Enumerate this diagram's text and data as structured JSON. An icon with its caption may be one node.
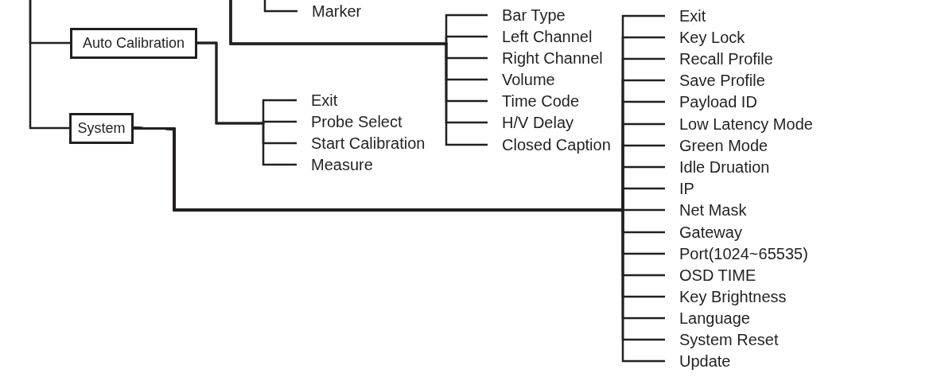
{
  "diagram": {
    "nodes": [
      {
        "text": [
          "Marker"
        ]
      },
      {
        "text": [
          "Auto Calibration"
        ]
      },
      {
        "text": [
          "System"
        ]
      },
      {
        "text": [
          "Bar Type"
        ]
      },
      {
        "text": [
          "Left Channel"
        ]
      },
      {
        "text": [
          "Right Channel"
        ]
      },
      {
        "text": [
          "Volume"
        ]
      },
      {
        "text": [
          "Time Code"
        ]
      },
      {
        "text": [
          "H/V Delay"
        ]
      },
      {
        "text": [
          "Closed Caption"
        ]
      },
      {
        "text": [
          "Exit"
        ]
      },
      {
        "text": [
          "Probe Select"
        ]
      },
      {
        "text": [
          "Start Calibration"
        ]
      },
      {
        "text": [
          "Measure"
        ]
      },
      {
        "text": [
          "Exit"
        ]
      },
      {
        "text": [
          "Key Lock"
        ]
      },
      {
        "text": [
          "Recall Profile"
        ]
      },
      {
        "text": [
          "Save Profile"
        ]
      },
      {
        "text": [
          "Payload ID"
        ]
      },
      {
        "text": [
          "Low Latency Mode"
        ]
      },
      {
        "text": [
          "Green Mode"
        ]
      },
      {
        "text": [
          "Idle Druation"
        ]
      },
      {
        "text": [
          "IP"
        ]
      },
      {
        "text": [
          "Net Mask"
        ]
      },
      {
        "text": [
          "Gateway"
        ]
      },
      {
        "text": [
          "Port(1024~65535)"
        ]
      },
      {
        "text": [
          "OSD TIME"
        ]
      },
      {
        "text": [
          "Key Brightness"
        ]
      },
      {
        "text": [
          "Language"
        ]
      },
      {
        "text": [
          "System Reset"
        ]
      },
      {
        "text": [
          "Update"
        ]
      }
    ],
    "edges": [
      {
        "from": null,
        "to": 0,
        "arrow": "none"
      },
      {
        "from": null,
        "to": 1,
        "arrow": "none"
      },
      {
        "from": null,
        "to": 2,
        "arrow": "none"
      },
      {
        "from": null,
        "to": 3,
        "arrow": "none"
      },
      {
        "from": null,
        "to": 4,
        "arrow": "none"
      },
      {
        "from": null,
        "to": 5,
        "arrow": "none"
      },
      {
        "from": null,
        "to": 6,
        "arrow": "none"
      },
      {
        "from": null,
        "to": 7,
        "arrow": "none"
      },
      {
        "from": null,
        "to": 8,
        "arrow": "none"
      },
      {
        "from": null,
        "to": 9,
        "arrow": "none"
      },
      {
        "from": 1,
        "to": 10,
        "arrow": "none"
      },
      {
        "from": 1,
        "to": 11,
        "arrow": "none"
      },
      {
        "from": 1,
        "to": 12,
        "arrow": "none"
      },
      {
        "from": 1,
        "to": 13,
        "arrow": "none"
      },
      {
        "from": 2,
        "to": 14,
        "arrow": "none"
      },
      {
        "from": 2,
        "to": 15,
        "arrow": "none"
      },
      {
        "from": 2,
        "to": 16,
        "arrow": "none"
      },
      {
        "from": 2,
        "to": 17,
        "arrow": "none"
      },
      {
        "from": 2,
        "to": 18,
        "arrow": "none"
      },
      {
        "from": 2,
        "to": 19,
        "arrow": "none"
      },
      {
        "from": 2,
        "to": 20,
        "arrow": "none"
      },
      {
        "from": 2,
        "to": 21,
        "arrow": "none"
      },
      {
        "from": 2,
        "to": 22,
        "arrow": "none"
      },
      {
        "from": 2,
        "to": 23,
        "arrow": "none"
      },
      {
        "from": 2,
        "to": 24,
        "arrow": "none"
      },
      {
        "from": 2,
        "to": 25,
        "arrow": "none"
      },
      {
        "from": 2,
        "to": 26,
        "arrow": "none"
      },
      {
        "from": 2,
        "to": 27,
        "arrow": "none"
      },
      {
        "from": 2,
        "to": 28,
        "arrow": "none"
      },
      {
        "from": 2,
        "to": 29,
        "arrow": "none"
      },
      {
        "from": 2,
        "to": 30,
        "arrow": "none"
      }
    ]
  }
}
